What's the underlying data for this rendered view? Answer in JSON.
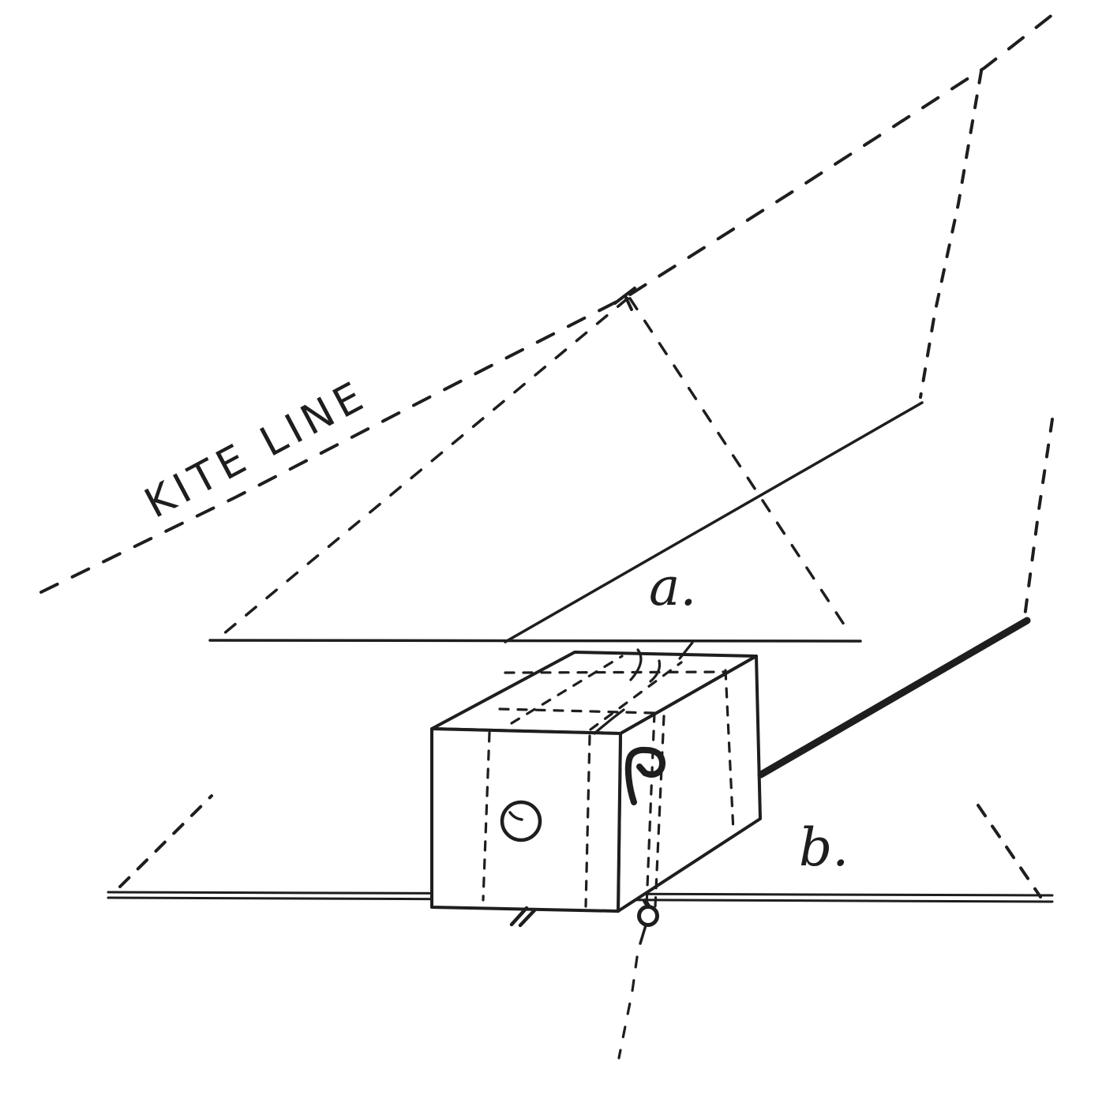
{
  "figure": {
    "description": "Hand-drawn diagram of a box camera suspended from a kite line for kite aerial photography",
    "paper_color": "#ffffff",
    "ink_color": "#1e1e1e"
  },
  "labels": {
    "kite_line": "KITE LINE",
    "stick_a": "a.",
    "stick_b": "b."
  }
}
